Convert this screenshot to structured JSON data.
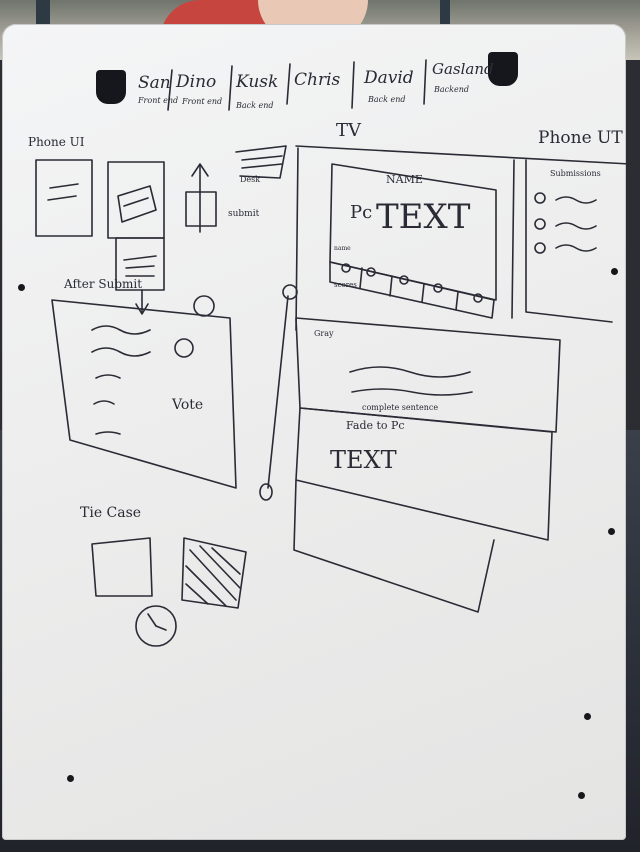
{
  "team": [
    {
      "name": "San",
      "role": "Front end"
    },
    {
      "name": "Dino",
      "role": "Front end"
    },
    {
      "name": "Kusk",
      "role": "Back end"
    },
    {
      "name": "Chris",
      "role": ""
    },
    {
      "name": "David",
      "role": "Back end"
    },
    {
      "name": "Gasland",
      "role": "Backend"
    }
  ],
  "sketches": {
    "phone_ui_left": "Phone UI",
    "tv_heading": "TV",
    "phone_ui_right": "Phone UT",
    "name_label": "NAME",
    "pic_label": "Pc",
    "text_big": "TEXT",
    "name_small": "name",
    "scores_label": "scores",
    "submissions_label": "Submissions",
    "after_submit": "After Submit",
    "vote_label": "Vote",
    "gray_label": "Gray",
    "complete_label": "complete sentence",
    "fade_label": "Fade to Pc",
    "text_bottom": "TEXT",
    "tie_case": "Tie Case",
    "submit_label": "submit",
    "desk_label": "Desk"
  }
}
